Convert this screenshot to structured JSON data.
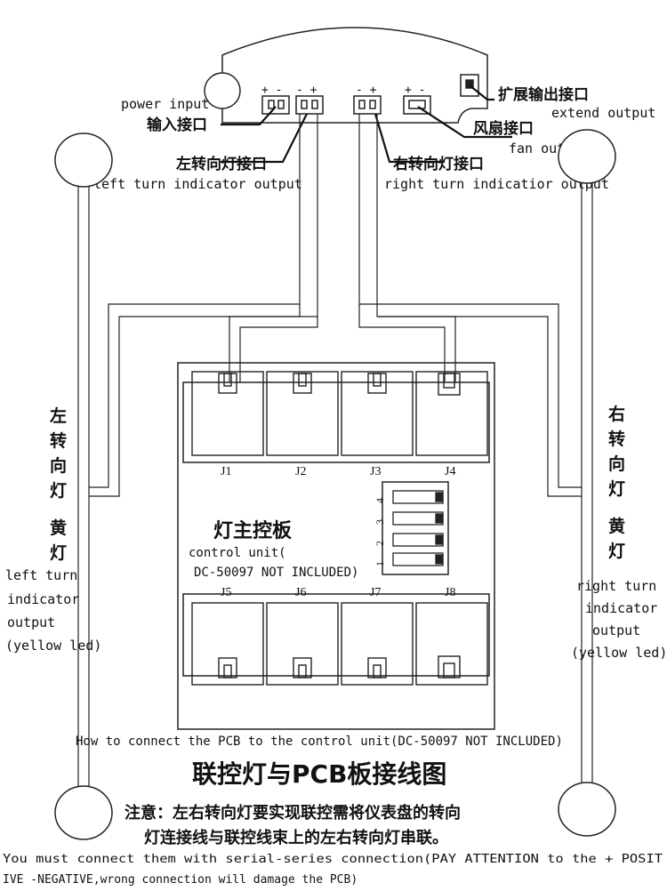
{
  "board_labels": {
    "power_input_en": "power input",
    "power_input_cn": "输入接口",
    "extend_cn": "扩展输出接口",
    "extend_en": "extend output",
    "fan_cn": "风扇接口",
    "fan_en": "fan output",
    "left_turn_cn": "左转向灯接口",
    "left_turn_en": "left turn indicator output",
    "right_turn_cn": "右转向灯接口",
    "right_turn_en": "right turn indicatior output"
  },
  "pin_marks": {
    "power": "+ -",
    "left": "- +",
    "right": "- +",
    "fan": "+ -"
  },
  "left_side": {
    "cn_chars": [
      "左",
      "转",
      "向",
      "灯",
      "黄",
      "灯"
    ],
    "en_lines": [
      "left turn",
      "indicator",
      "output",
      "(yellow led)"
    ]
  },
  "right_side": {
    "cn_chars": [
      "右",
      "转",
      "向",
      "灯",
      "黄",
      "灯"
    ],
    "en_lines": [
      "right turn",
      "indicator",
      "output",
      "(yellow led)"
    ]
  },
  "control_unit": {
    "cn": "灯主控板",
    "en_line1": "control unit(",
    "en_line2": "DC-50097 NOT INCLUDED)",
    "top_connectors": [
      "J1",
      "J2",
      "J3",
      "J4"
    ],
    "bottom_connectors": [
      "J5",
      "J6",
      "J7",
      "J8"
    ],
    "dip_numbers": [
      "4",
      "3",
      "2",
      "1"
    ]
  },
  "caption": {
    "how_to": "How to connect the PCB to the control unit(DC-50097 NOT INCLUDED)",
    "title_cn": "联控灯与PCB板接线图",
    "note_line1": "注意：左右转向灯要实现联控需将仪表盘的转向",
    "note_line2": "灯连接线与联控线束上的左右转向灯串联。",
    "warn_line1": "You must connect them with serial-series connection(PAY ATTENTION to the + POSIT",
    "warn_line2": "IVE -NEGATIVE,wrong connection will damage the PCB)"
  }
}
